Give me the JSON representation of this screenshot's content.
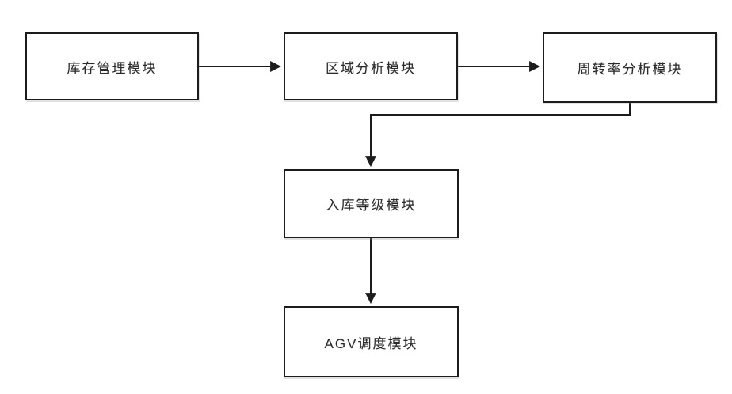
{
  "diagram": {
    "type": "flowchart",
    "colors": {
      "background": "#ffffff",
      "line": "#1c1c1c",
      "box_border": "#1c1c1c",
      "box_fill": "#ffffff",
      "text": "#2b2b2b"
    },
    "nodes": [
      {
        "id": "inventory-management",
        "label": "库存管理模块"
      },
      {
        "id": "area-analysis",
        "label": "区域分析模块"
      },
      {
        "id": "turnover-rate-analysis",
        "label": "周转率分析模块"
      },
      {
        "id": "storage-grade",
        "label": "入库等级模块"
      },
      {
        "id": "agv-dispatch",
        "label": "AGV调度模块"
      }
    ],
    "edges": [
      {
        "from": "库存管理模块",
        "to": "区域分析模块",
        "style": "straight-arrow-right"
      },
      {
        "from": "区域分析模块",
        "to": "周转率分析模块",
        "style": "straight-arrow-right"
      },
      {
        "from": "周转率分析模块",
        "to": "入库等级模块",
        "style": "elbow-arrow-down"
      },
      {
        "from": "入库等级模块",
        "to": "AGV调度模块",
        "style": "straight-arrow-down"
      }
    ]
  }
}
